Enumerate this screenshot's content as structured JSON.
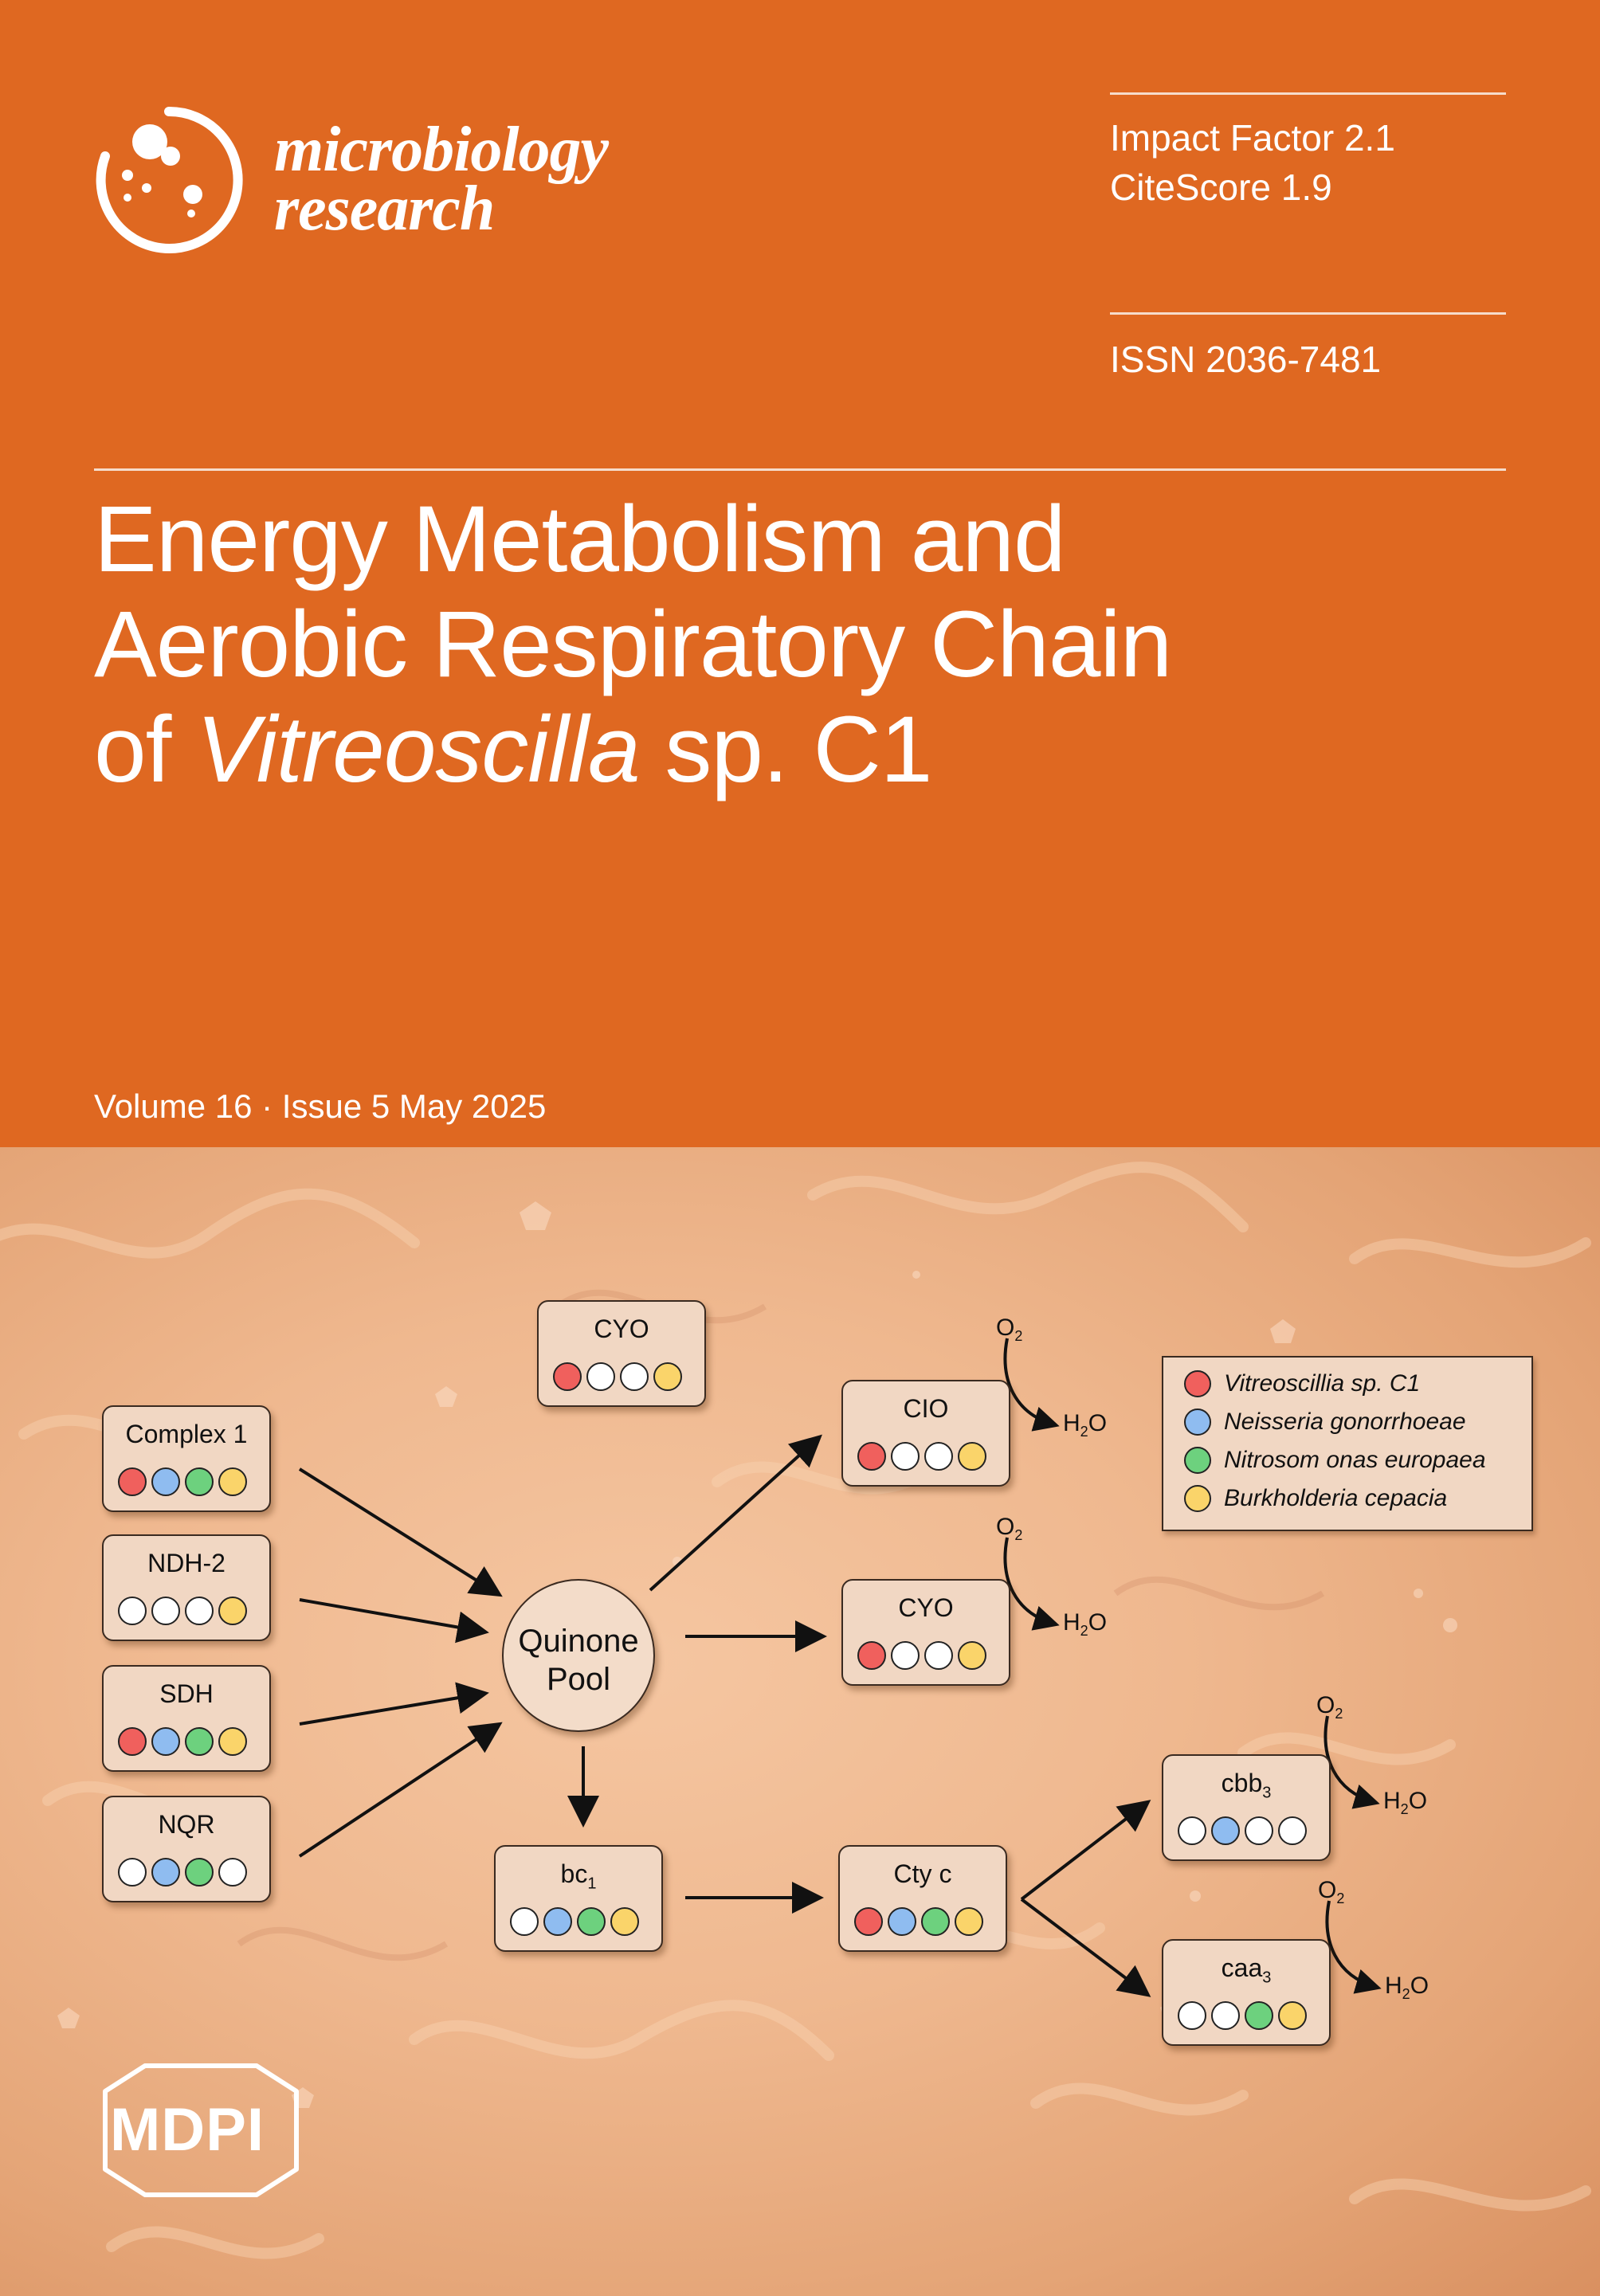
{
  "journal": {
    "line1": "microbiology",
    "line2": "research"
  },
  "metrics": {
    "impact_factor": "Impact Factor 2.1",
    "citescore": "CiteScore 1.9",
    "issn": "ISSN 2036-7481"
  },
  "title": {
    "line1": "Energy Metabolism and",
    "line2": "Aerobic Respiratory Chain",
    "line3_prefix": "of ",
    "line3_italic": "Vitreoscilla",
    "line3_suffix": " sp. C1"
  },
  "issue": "Volume 16 · Issue 5 May 2025",
  "publisher": "MDPI",
  "colors": {
    "orange": "#df6821",
    "red": "#f0605d",
    "blue": "#8fbcf0",
    "green": "#6dd17e",
    "yellow": "#fad46a",
    "white": "#ffffff"
  },
  "diagram": {
    "pool": {
      "line1": "Quinone",
      "line2": "Pool"
    },
    "boxes": {
      "complex1": {
        "label": "Complex 1",
        "dots": [
          "red",
          "blue",
          "green",
          "yellow"
        ]
      },
      "ndh2": {
        "label": "NDH-2",
        "dots": [
          "white",
          "white",
          "white",
          "yellow"
        ]
      },
      "sdh": {
        "label": "SDH",
        "dots": [
          "red",
          "blue",
          "green",
          "yellow"
        ]
      },
      "nqr": {
        "label": "NQR",
        "dots": [
          "white",
          "blue",
          "green",
          "white"
        ]
      },
      "cyo_top": {
        "label": "CYO",
        "dots": [
          "red",
          "white",
          "white",
          "yellow"
        ]
      },
      "cio": {
        "label": "CIO",
        "dots": [
          "red",
          "white",
          "white",
          "yellow"
        ]
      },
      "cyo_mid": {
        "label": "CYO",
        "dots": [
          "red",
          "white",
          "white",
          "yellow"
        ]
      },
      "bc1": {
        "label": "bc",
        "sub": "1",
        "dots": [
          "white",
          "blue",
          "green",
          "yellow"
        ]
      },
      "ctyc": {
        "label": "Cty c",
        "dots": [
          "red",
          "blue",
          "green",
          "yellow"
        ]
      },
      "cbb3": {
        "label": "cbb",
        "sub": "3",
        "dots": [
          "white",
          "blue",
          "white",
          "white"
        ]
      },
      "caa3": {
        "label": "caa",
        "sub": "3",
        "dots": [
          "white",
          "white",
          "green",
          "yellow"
        ]
      }
    },
    "chem": {
      "o2": "O",
      "o2_sub": "2",
      "h2o_h": "H",
      "h2o_sub": "2",
      "h2o_o": "O"
    },
    "legend": [
      {
        "color": "red",
        "label": "Vitreoscillia sp. C1"
      },
      {
        "color": "blue",
        "label": "Neisseria gonorrhoeae"
      },
      {
        "color": "green",
        "label": "Nitrosom onas europaea"
      },
      {
        "color": "yellow",
        "label": "Burkholderia cepacia"
      }
    ]
  }
}
